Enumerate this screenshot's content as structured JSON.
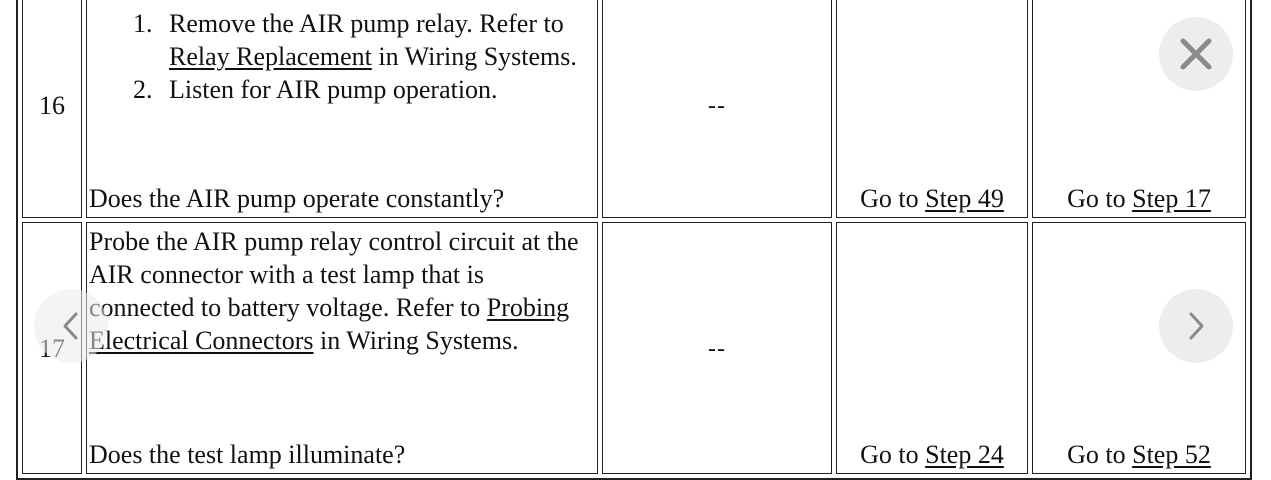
{
  "rows": [
    {
      "step": "16",
      "action_items": [
        {
          "parts": [
            "Remove the AIR pump relay. Refer to ",
            "Relay Replacement",
            " in Wiring Systems."
          ]
        },
        {
          "parts": [
            "Listen for AIR pump operation."
          ]
        }
      ],
      "question": "Does the AIR pump operate constantly?",
      "value": "--",
      "yes_prefix": "Go to ",
      "yes_link": "Step 49",
      "no_prefix": "Go to ",
      "no_link": "Step 17"
    },
    {
      "step": "17",
      "action_text_1": "Probe the AIR pump relay control circuit at the AIR connector with a test lamp that is connected to battery voltage. Refer to ",
      "action_link": "Probing Electrical Connectors",
      "action_text_2": " in Wiring Systems.",
      "question": "Does the test lamp illuminate?",
      "value": "--",
      "yes_prefix": "Go to ",
      "yes_link": "Step 24",
      "no_prefix": "Go to ",
      "no_link": "Step 52"
    }
  ],
  "overlay": {
    "close_icon": "close-icon",
    "prev_icon": "chevron-left-icon",
    "next_icon": "chevron-right-icon",
    "icon_color": "#8a8a8a"
  }
}
